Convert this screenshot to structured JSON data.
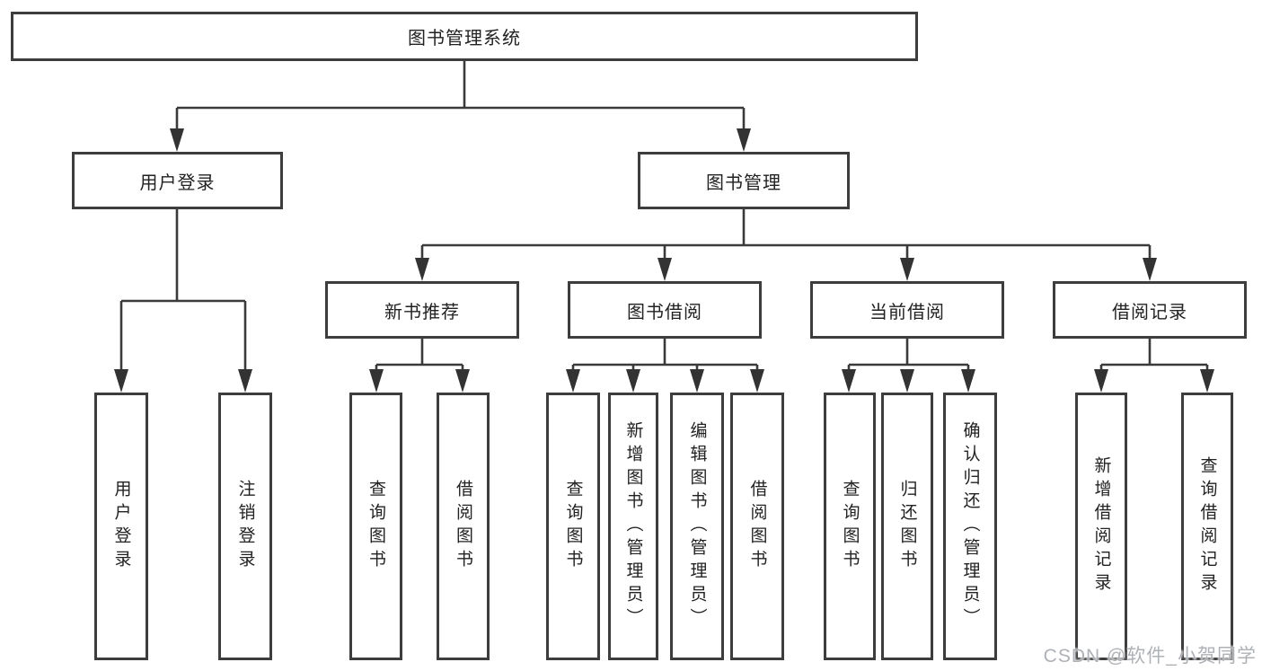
{
  "tree": {
    "root": "图书管理系统",
    "branches": [
      {
        "label": "用户登录",
        "leaves": [
          "用户登录",
          "注销登录"
        ]
      },
      {
        "label": "图书管理",
        "groups": [
          {
            "label": "新书推荐",
            "leaves": [
              "查询图书",
              "借阅图书"
            ]
          },
          {
            "label": "图书借阅",
            "leaves": [
              "查询图书",
              "新增图书（管理员）",
              "编辑图书（管理员）",
              "借阅图书"
            ]
          },
          {
            "label": "当前借阅",
            "leaves": [
              "查询图书",
              "归还图书",
              "确认归还（管理员）"
            ]
          },
          {
            "label": "借阅记录",
            "leaves": [
              "新增借阅记录",
              "查询借阅记录"
            ]
          }
        ]
      }
    ]
  },
  "watermark": {
    "text": "CSDN @软件_小贺同学"
  },
  "colors": {
    "line": "#3a3a3a",
    "box_border": "#3d3d3d",
    "text": "#222222",
    "watermark": "#aaadb2",
    "background": "#ffffff"
  }
}
